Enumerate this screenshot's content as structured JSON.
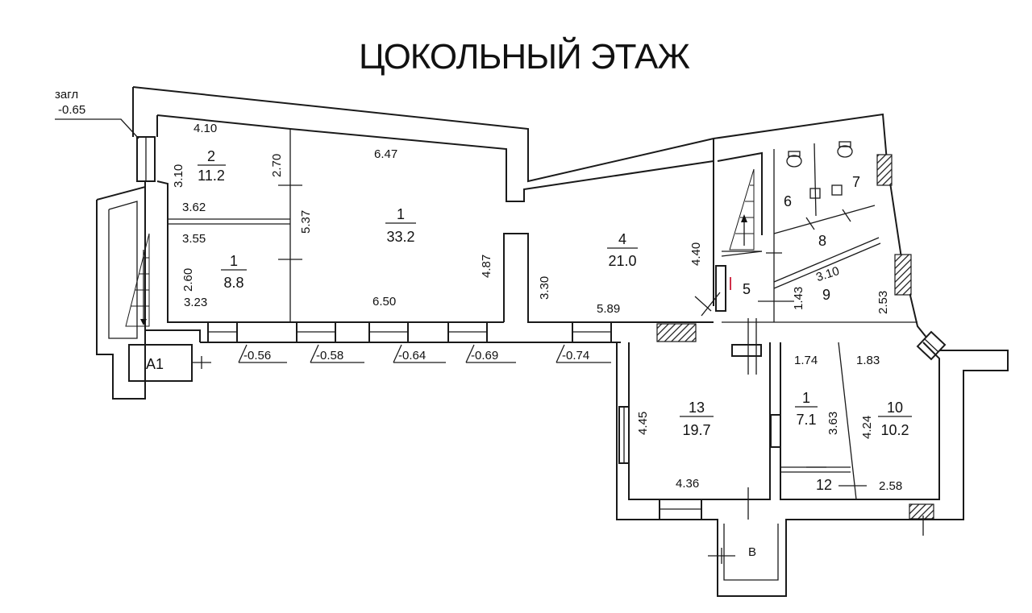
{
  "title": "ЦОКОЛЬНЫЙ ЭТАЖ",
  "entrance_note": {
    "label": "загл",
    "level": "-0.65"
  },
  "rooms": [
    {
      "number": "2",
      "area": "11.2"
    },
    {
      "number": "1",
      "area": "33.2"
    },
    {
      "number": "1",
      "area": "8.8"
    },
    {
      "number": "4",
      "area": "21.0"
    },
    {
      "number": "5"
    },
    {
      "number": "6"
    },
    {
      "number": "7"
    },
    {
      "number": "8"
    },
    {
      "number": "9"
    },
    {
      "number": "13",
      "area": "19.7"
    },
    {
      "number": "1",
      "area": "7.1"
    },
    {
      "number": "10",
      "area": "10.2"
    },
    {
      "number": "12"
    },
    {
      "number": "А1"
    },
    {
      "number": "В"
    }
  ],
  "dimensions": [
    "4.10",
    "3.10",
    "2.70",
    "3.62",
    "6.47",
    "5.37",
    "3.55",
    "2.60",
    "3.23",
    "6.50",
    "4.87",
    "3.30",
    "5.89",
    "4.40",
    "3.10",
    "1.43",
    "2.53",
    "4.45",
    "4.36",
    "1.74",
    "1.83",
    "3.63",
    "4.24",
    "2.58"
  ],
  "levels": [
    "-0.56",
    "-0.58",
    "-0.64",
    "-0.69",
    "-0.74"
  ]
}
